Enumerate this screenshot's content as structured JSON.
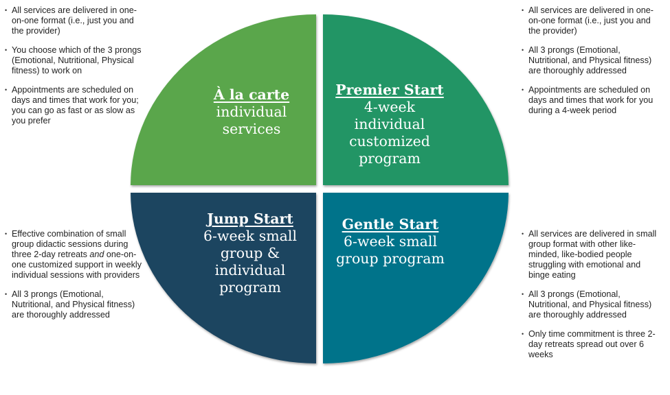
{
  "colors": {
    "top_left": "#5aa64b",
    "top_right": "#229565",
    "bottom_left": "#1d4460",
    "bottom_right": "#04738a"
  },
  "quadrants": {
    "top_left": {
      "title": "À la carte",
      "body": "individual\nservices"
    },
    "top_right": {
      "title": "Premier Start",
      "body": "4-week\nindividual\ncustomized\nprogram"
    },
    "bottom_left": {
      "title": "Jump Start",
      "body": "6-week small\ngroup &\nindividual\nprogram"
    },
    "bottom_right": {
      "title": "Gentle Start",
      "body": "6-week small\ngroup program"
    }
  },
  "notes": {
    "top_left": [
      "All services are delivered in one-on-one format (i.e., just you and the provider)",
      "You choose which of the 3 prongs (Emotional, Nutritional, Physical fitness) to work on",
      "Appointments are scheduled on days and times that work for you; you can go as fast or as slow as you prefer"
    ],
    "top_right": [
      "All services are delivered in one-on-one format (i.e., just you and the provider)",
      "All 3 prongs (Emotional, Nutritional, and Physical fitness) are thoroughly addressed",
      "Appointments are scheduled on days and times that work for you during a 4-week period"
    ],
    "bottom_left": [
      {
        "before": "Effective combination of small group didactic sessions during three 2-day retreats ",
        "emphasis": "and",
        "after": " one-on-one customized support in weekly individual sessions with providers"
      },
      {
        "before": "All 3 prongs (Emotional, Nutritional, and Physical fitness) are thoroughly addressed"
      }
    ],
    "bottom_right": [
      "All services are delivered in small group format with other like-minded, like-bodied people struggling with emotional and binge eating",
      "All 3 prongs (Emotional, Nutritional, and Physical fitness) are thoroughly addressed",
      "Only time commitment is three 2-day retreats spread out over 6 weeks"
    ]
  }
}
